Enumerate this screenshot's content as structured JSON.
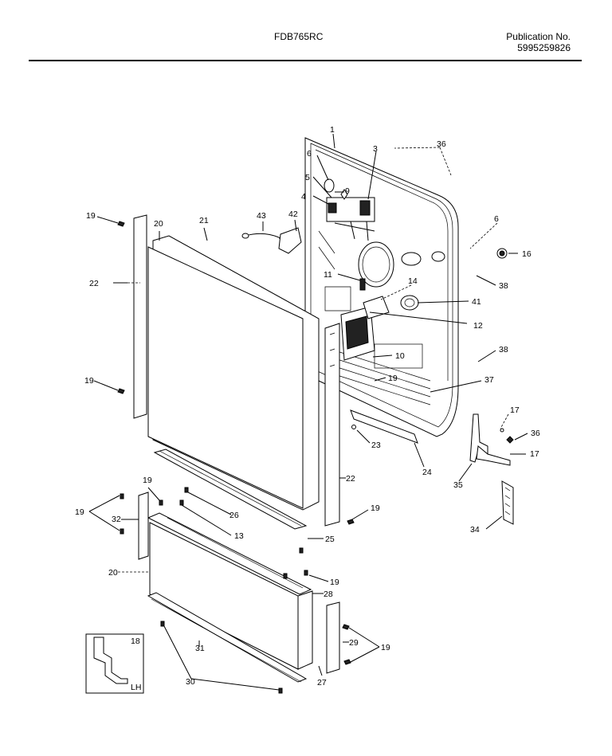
{
  "header": {
    "model": "FDB765RC",
    "publication_label": "Publication No.",
    "publication_number": "5995259826"
  },
  "callouts": {
    "c1": "1",
    "c3": "3",
    "c36a": "36",
    "c6a": "6",
    "c9": "9",
    "c5": "5",
    "c4": "4",
    "c19a": "19",
    "c20a": "20",
    "c21": "21",
    "c43": "43",
    "c42": "42",
    "c6b": "6",
    "c16": "16",
    "c22a": "22",
    "c11": "11",
    "c14": "14",
    "c38a": "38",
    "c41": "41",
    "c12": "12",
    "c10": "10",
    "c38b": "38",
    "c19b": "19",
    "c19c": "19",
    "c37": "37",
    "c17a": "17",
    "c23": "23",
    "c36b": "36",
    "c17b": "17",
    "c24": "24",
    "c35": "35",
    "c22b": "22",
    "c34": "34",
    "c19d": "19",
    "c19e": "19",
    "c26": "26",
    "c32": "32",
    "c19f": "19",
    "c13": "13",
    "c25": "25",
    "c20b": "20",
    "c19g": "19",
    "c28": "28",
    "c29": "29",
    "c19h": "19",
    "c18": "18",
    "c31": "31",
    "c30": "30",
    "c27": "27",
    "lh": "LH"
  }
}
